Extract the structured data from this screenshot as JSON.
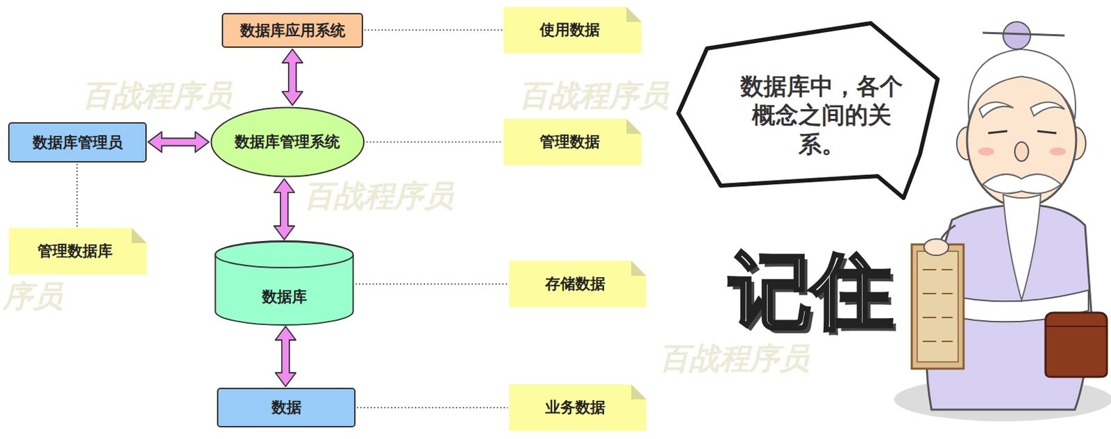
{
  "diagram": {
    "nodes": [
      {
        "text": [
          "数据库应用系统"
        ]
      },
      {
        "text": [
          "使用数据"
        ]
      },
      {
        "text": [
          "数据库管理员"
        ]
      },
      {
        "text": [
          "数据库管理系统"
        ]
      },
      {
        "text": [
          "管理数据"
        ]
      },
      {
        "text": [
          "管理数据库"
        ]
      },
      {
        "text": [
          "数据库"
        ]
      },
      {
        "text": [
          "存储数据"
        ]
      },
      {
        "text": [
          "数据"
        ]
      },
      {
        "text": [
          "业务数据"
        ]
      },
      {
        "text": [
          "数据库中，各个概念之间的关系。"
        ]
      }
    ],
    "edges": [
      {
        "from": 0,
        "to": 3,
        "arrow": "both"
      },
      {
        "from": 2,
        "to": 3,
        "arrow": "both"
      },
      {
        "from": 3,
        "to": 6,
        "arrow": "both"
      },
      {
        "from": 6,
        "to": 8,
        "arrow": "both"
      },
      {
        "from": 0,
        "to": 1,
        "arrow": "none"
      },
      {
        "from": 3,
        "to": 4,
        "arrow": "none"
      },
      {
        "from": 2,
        "to": 5,
        "arrow": "none"
      },
      {
        "from": 6,
        "to": 7,
        "arrow": "none"
      },
      {
        "from": 8,
        "to": 9,
        "arrow": "none"
      }
    ],
    "labels": [
      "记住",
      "百战程序员",
      "百战程序员",
      "百战程序员",
      "序员",
      "百战程序员"
    ]
  }
}
